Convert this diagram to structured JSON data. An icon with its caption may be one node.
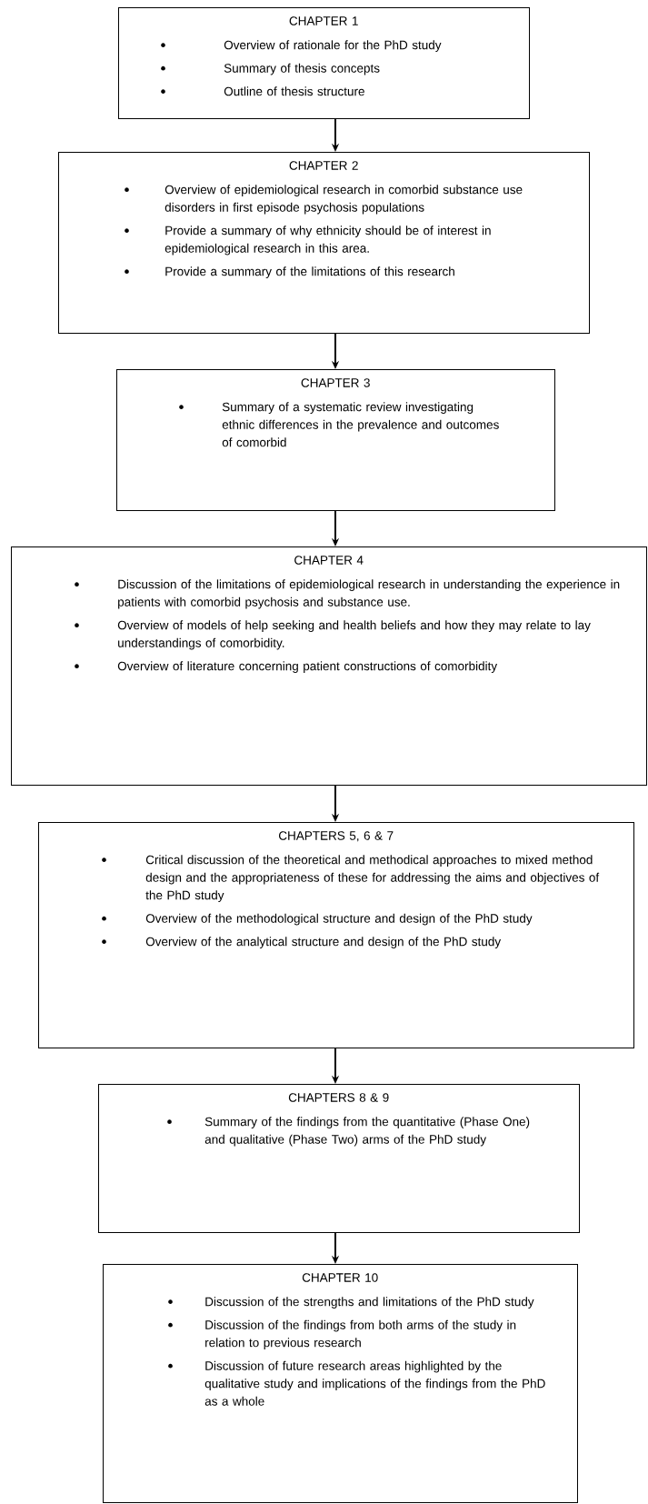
{
  "diagram": {
    "nodes": [
      {
        "text": [
          "CHAPTER 1",
          "Overview of rationale for the PhD study",
          "Summary of thesis concepts",
          "Outline of thesis structure"
        ]
      },
      {
        "text": [
          "CHAPTER 2",
          "Overview of epidemiological research in comorbid substance use disorders in first episode psychosis populations",
          "Provide a summary of why ethnicity should be of interest in epidemiological research in this area.",
          "Provide a summary of the limitations of this research"
        ]
      },
      {
        "text": [
          "CHAPTER 3",
          "Summary of a systematic review investigating ethnic differences in the prevalence and outcomes of comorbid"
        ]
      },
      {
        "text": [
          "CHAPTER 4",
          "Discussion of the limitations of epidemiological research in understanding the experience in patients with comorbid psychosis and substance use.",
          "Overview of models of help seeking and health beliefs and how they may relate to lay understandings of comorbidity.",
          "Overview of literature concerning patient constructions of comorbidity"
        ]
      },
      {
        "text": [
          "CHAPTERS 5, 6 & 7",
          "Critical discussion of the theoretical and methodical approaches to mixed method design and the appropriateness of these for addressing the aims and objectives of the PhD study",
          "Overview of the methodological structure and design of the PhD study",
          "Overview of the analytical structure and design of the PhD study"
        ]
      },
      {
        "text": [
          "CHAPTERS 8 & 9",
          "Summary of the findings from the quantitative (Phase One) and qualitative (Phase Two) arms of the PhD study"
        ]
      },
      {
        "text": [
          "CHAPTER 10",
          "Discussion of the strengths and limitations of the PhD study",
          "Discussion of the findings from both arms of the study in relation to previous research",
          "Discussion of future research areas highlighted by the qualitative study and implications of the findings from the PhD as a whole"
        ]
      }
    ],
    "edges": [
      {
        "from": 0,
        "to": 1,
        "arrow": "to"
      },
      {
        "from": 1,
        "to": 2,
        "arrow": "to"
      },
      {
        "from": 2,
        "to": 3,
        "arrow": "to"
      },
      {
        "from": 3,
        "to": 4,
        "arrow": "to"
      },
      {
        "from": 4,
        "to": 5,
        "arrow": "to"
      },
      {
        "from": 5,
        "to": 6,
        "arrow": "to"
      }
    ]
  }
}
